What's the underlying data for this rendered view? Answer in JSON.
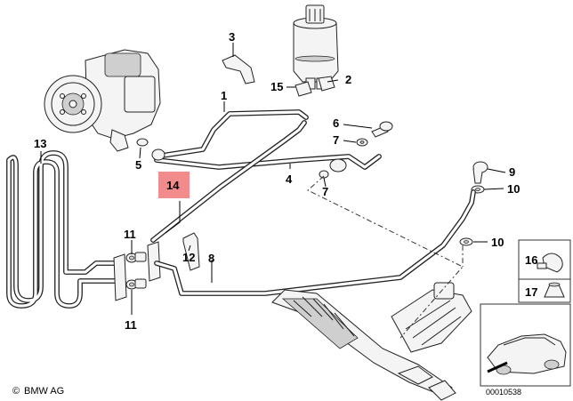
{
  "labels": {
    "p1": "1",
    "p2": "2",
    "p3": "3",
    "p4": "4",
    "p5": "5",
    "p6": "6",
    "p7a": "7",
    "p7b": "7",
    "p8": "8",
    "p9": "9",
    "p10a": "10",
    "p10b": "10",
    "p11a": "11",
    "p11b": "11",
    "p12": "12",
    "p13": "13",
    "p14": "14",
    "p15": "15",
    "p16": "16",
    "p17": "17"
  },
  "highlight": {
    "part": "14",
    "color": "#f28b8b"
  },
  "footer": {
    "brand": "BMW AG",
    "diagram_number": "00010538"
  }
}
